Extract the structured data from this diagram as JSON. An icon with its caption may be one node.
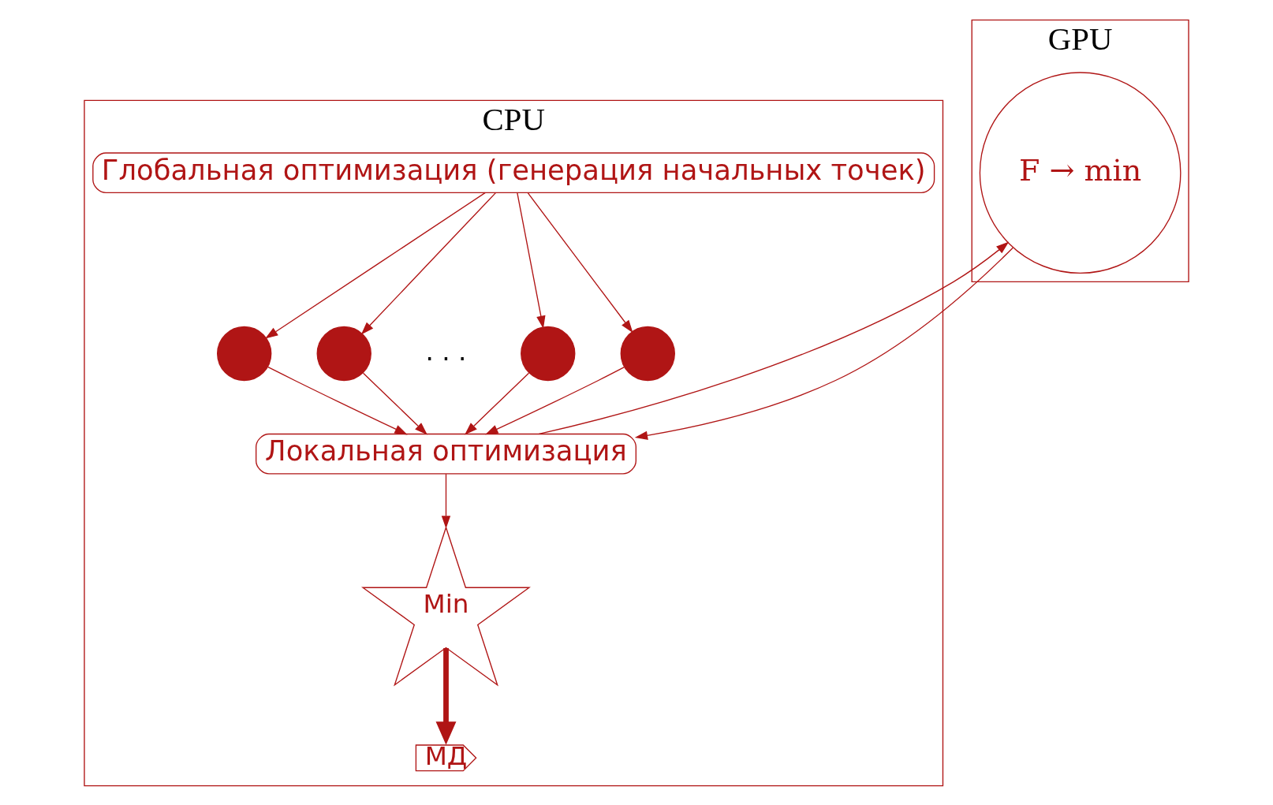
{
  "diagram": {
    "nodes": [
      {
        "text": [
          "CPU"
        ]
      },
      {
        "text": [
          "Глобальная оптимизация (генерация начальных точек)"
        ],
        "in": 0
      },
      {
        "text": [],
        "shape": "circle",
        "in": 0
      },
      {
        "text": [],
        "shape": "circle",
        "in": 0
      },
      {
        "text": [],
        "shape": "circle",
        "in": 0
      },
      {
        "text": [],
        "shape": "circle",
        "in": 0
      },
      {
        "text": [
          "Локальная оптимизация"
        ],
        "in": 0
      },
      {
        "text": [
          "Min"
        ],
        "in": 0
      },
      {
        "text": [
          "МД"
        ],
        "in": 0
      },
      {
        "text": [
          "GPU"
        ]
      },
      {
        "text": [
          "F → min"
        ],
        "in": 9
      }
    ],
    "edges": [
      {
        "from": 1,
        "to": 2,
        "arrow": "to"
      },
      {
        "from": 1,
        "to": 3,
        "arrow": "to"
      },
      {
        "from": 1,
        "to": 4,
        "arrow": "to"
      },
      {
        "from": 1,
        "to": 5,
        "arrow": "to"
      },
      {
        "from": 2,
        "to": 6,
        "arrow": "to"
      },
      {
        "from": 3,
        "to": 6,
        "arrow": "to"
      },
      {
        "from": 4,
        "to": 6,
        "arrow": "to"
      },
      {
        "from": 5,
        "to": 6,
        "arrow": "to"
      },
      {
        "from": 6,
        "to": 10,
        "arrow": "to"
      },
      {
        "from": 10,
        "to": 6,
        "arrow": "to"
      },
      {
        "from": 6,
        "to": 7,
        "arrow": "to"
      },
      {
        "from": 7,
        "to": 8,
        "arrow": "to",
        "style": "thick"
      }
    ],
    "labels": [
      ". . ."
    ]
  }
}
